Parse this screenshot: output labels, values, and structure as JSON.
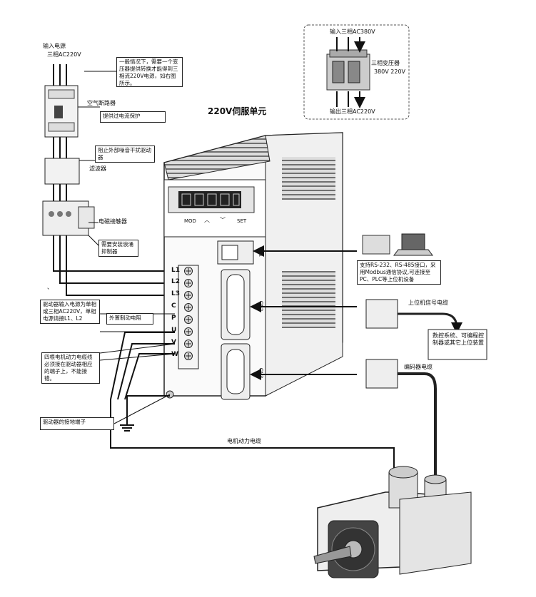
{
  "title": "220V伺服单元",
  "input_power": {
    "label": "输入电源",
    "spec": "三相AC220V"
  },
  "transformer": {
    "input": "输入三相AC380V",
    "name": "三相变压器",
    "ratio": "380V 220V",
    "output": "输出三相AC220V"
  },
  "notes": {
    "transformer_note": "一般情况下，需要一个变压器提供转换才能得到三相流220V电源，如右图所示。",
    "breaker": "空气断路器",
    "breaker_note": "提供过电流保护",
    "filter_note": "阻止外部噪音干扰驱动器",
    "filter": "滤波器",
    "contactor": "电磁接触器",
    "contactor_note": "需要安装浪涌抑制器",
    "driver_input_note": "驱动器输入电源为单相或三相AC220V，单相电源请接L1、L2",
    "brake_resistor": "外置制动电阻",
    "motor_power_note": "四根电机动力电缆线必须接在驱动器相应的端子上，不能接错。",
    "ground_note": "驱动器的接地端子",
    "comm_note": "支持RS-232、RS-485接口，采用Modbus通信协议,可连接至PC、PLC等上位机设备",
    "host_cable": "上位机信号电缆",
    "host_devices": "数控系统、可编程控制器或其它上位装置",
    "encoder_cable": "编码器电缆",
    "motor_cable": "电机动力电缆",
    "dash_mark": "、"
  },
  "panel_buttons": [
    "MOD",
    "",
    "",
    "SET"
  ],
  "terminals": [
    "L1",
    "L2",
    "L3",
    "C",
    "P",
    "U",
    "V",
    "W"
  ],
  "ports": [
    "CN1",
    "CN2",
    "CN3"
  ]
}
